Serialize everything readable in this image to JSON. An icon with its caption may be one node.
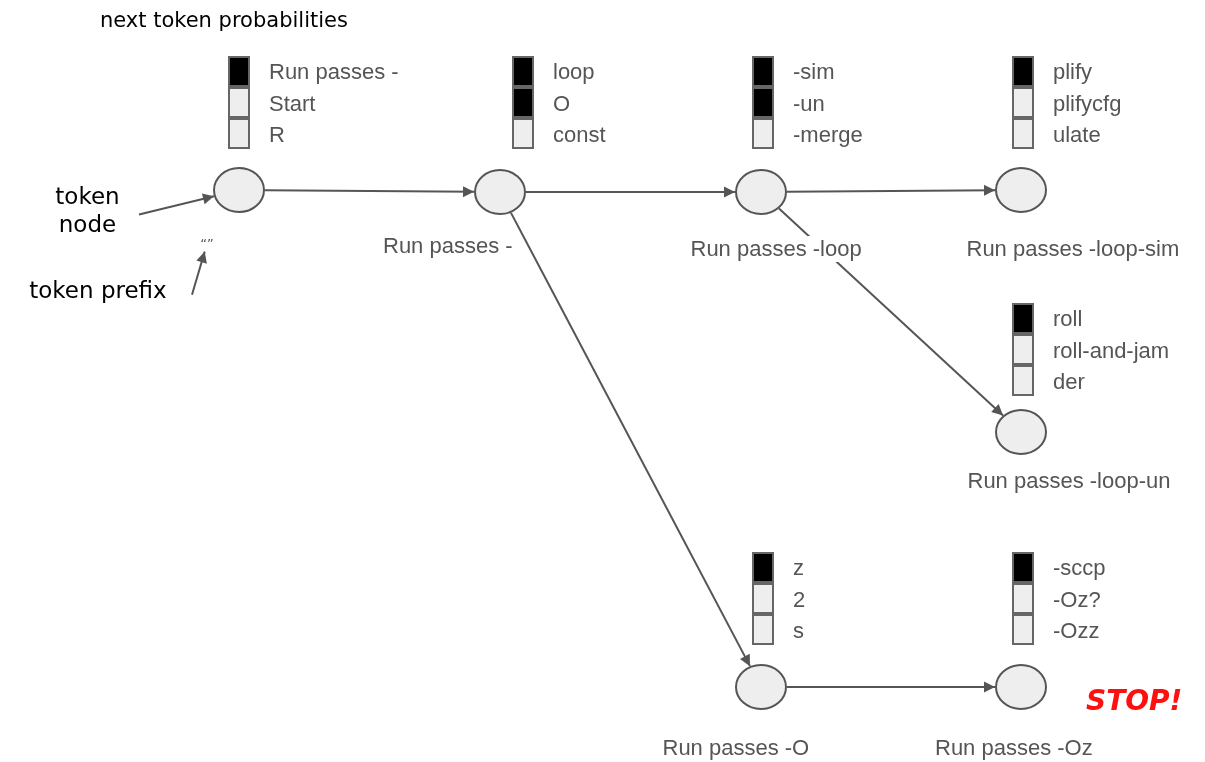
{
  "diagram": {
    "nodes": [
      {
        "text": [],
        "shape": "circle"
      },
      {
        "text": [],
        "shape": "circle",
        "beside": [
          "Run passes -"
        ]
      },
      {
        "text": [],
        "shape": "circle",
        "beside": [
          "Run passes -loop"
        ]
      },
      {
        "text": [],
        "shape": "circle",
        "beside": [
          "Run passes -loop-sim"
        ]
      },
      {
        "text": [],
        "shape": "circle",
        "beside": [
          "Run passes -loop-un"
        ]
      },
      {
        "text": [],
        "shape": "circle",
        "beside": [
          "Run passes -O"
        ]
      },
      {
        "text": [],
        "shape": "circle",
        "beside": [
          "Run passes -Oz"
        ]
      },
      {
        "text": [
          "token node"
        ]
      },
      {
        "text": [
          "“”"
        ]
      },
      {
        "text": [
          "token prefix"
        ]
      }
    ],
    "edges": [
      {
        "from": 0,
        "to": 1,
        "arrow": "to"
      },
      {
        "from": 1,
        "to": 2,
        "arrow": "to"
      },
      {
        "from": 2,
        "to": 3,
        "arrow": "to"
      },
      {
        "from": 2,
        "to": 4,
        "arrow": "to"
      },
      {
        "from": 1,
        "to": 5,
        "arrow": "to"
      },
      {
        "from": 5,
        "to": 6,
        "arrow": "to"
      },
      {
        "from": 7,
        "to": 0,
        "arrow": "to"
      },
      {
        "from": 9,
        "to": 8,
        "arrow": "to"
      }
    ],
    "labels": [
      "next token probabilities",
      "Run passes -",
      "Start",
      "R",
      "loop",
      "O",
      "const",
      "-sim",
      "-un",
      "-merge",
      "plify",
      "plifycfg",
      "ulate",
      "roll",
      "roll-and-jam",
      "der",
      "z",
      "2",
      "s",
      "-sccp",
      "-Oz?",
      "-Ozz",
      "STOP!"
    ]
  }
}
